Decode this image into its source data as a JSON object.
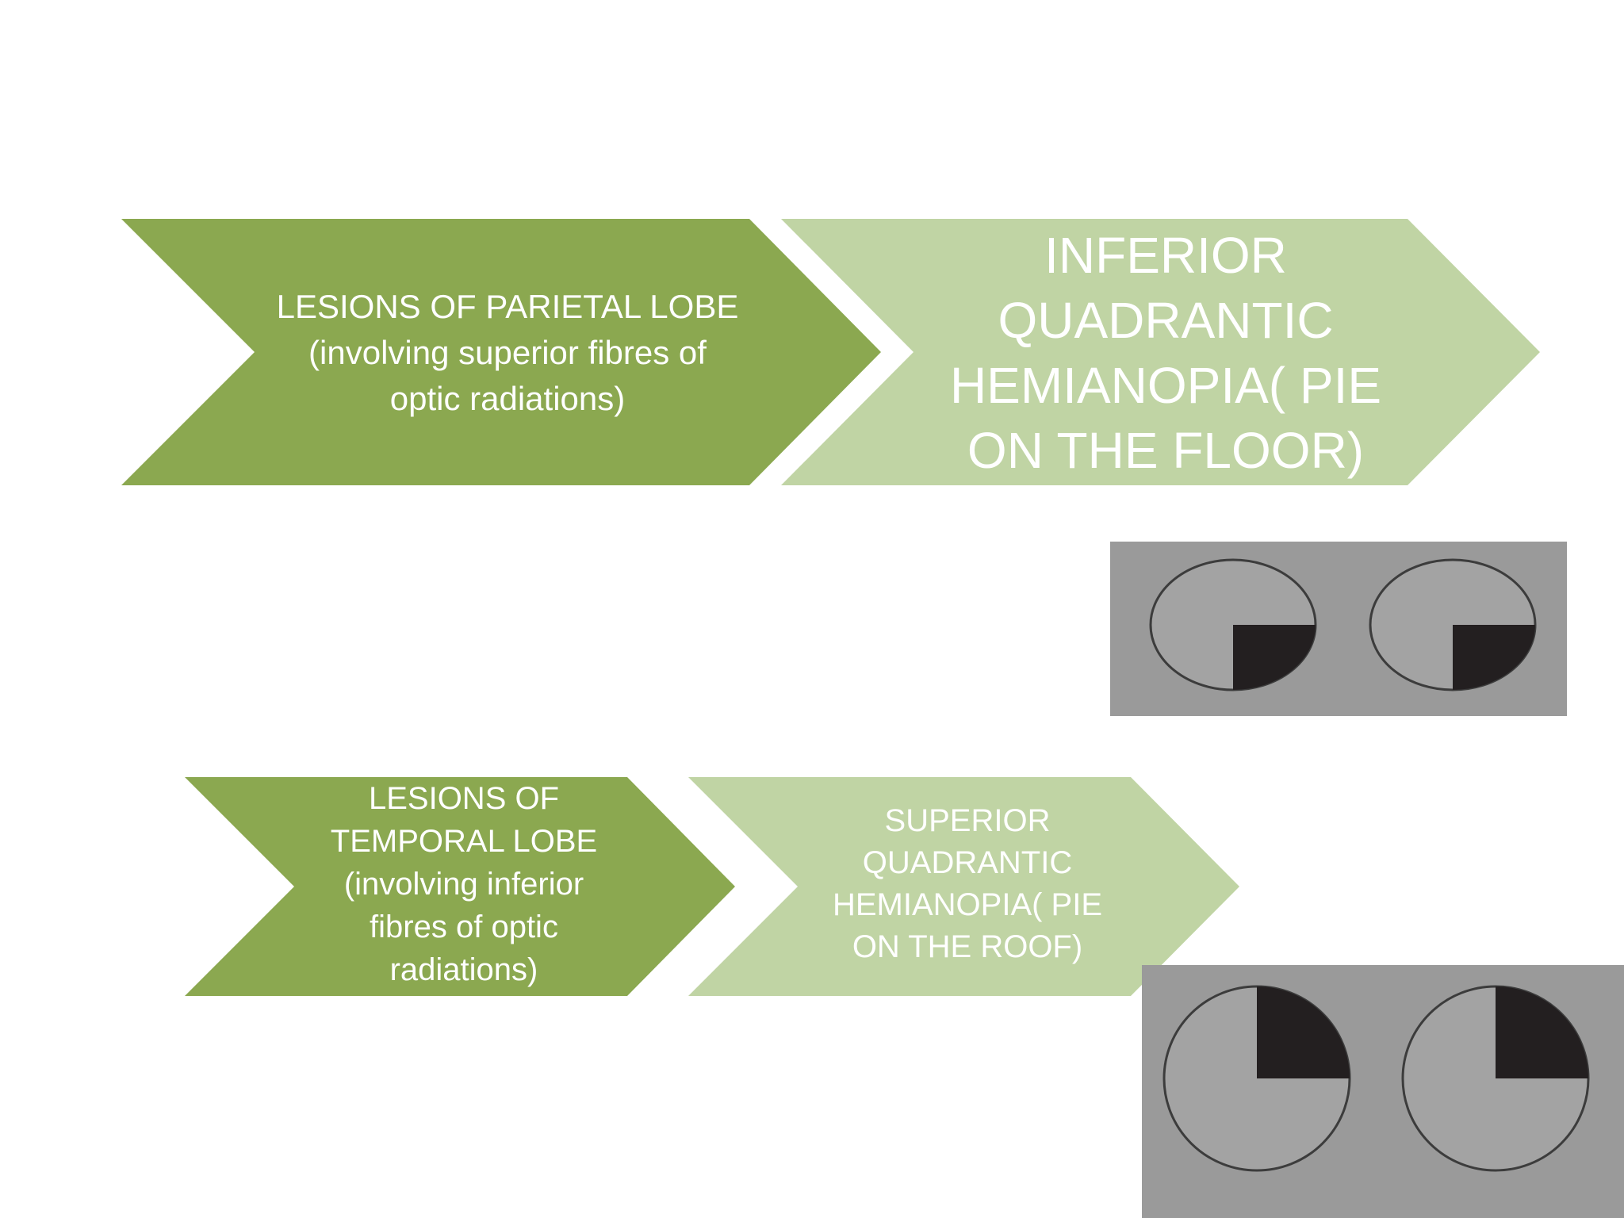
{
  "colors": {
    "background": "#ffffff",
    "chevron_dark": "#8ba850",
    "chevron_light": "#c0d4a4",
    "text": "#ffffff",
    "field_panel": "#9a9a9a",
    "field_circle_fill": "#a3a3a3",
    "field_circle_stroke": "#3c3c3c",
    "field_defect": "#231f20"
  },
  "row1": {
    "lesion": {
      "lines": [
        "LESIONS OF PARIETAL LOBE",
        "(involving superior fibres of",
        "optic radiations)"
      ]
    },
    "result": {
      "lines": [
        "INFERIOR",
        "QUADRANTIC",
        "HEMIANOPIA( PIE",
        "ON THE FLOOR)"
      ]
    },
    "visual_fields": {
      "defect_quadrant": "lower-right",
      "eyes": [
        "left-eye",
        "right-eye"
      ]
    }
  },
  "row2": {
    "lesion": {
      "lines": [
        "LESIONS OF",
        "TEMPORAL LOBE",
        "(involving inferior",
        "fibres of optic",
        "radiations)"
      ]
    },
    "result": {
      "lines": [
        "SUPERIOR",
        "QUADRANTIC",
        "HEMIANOPIA( PIE",
        "ON THE ROOF)"
      ]
    },
    "visual_fields": {
      "defect_quadrant": "upper-right",
      "eyes": [
        "left-eye",
        "right-eye"
      ]
    }
  }
}
